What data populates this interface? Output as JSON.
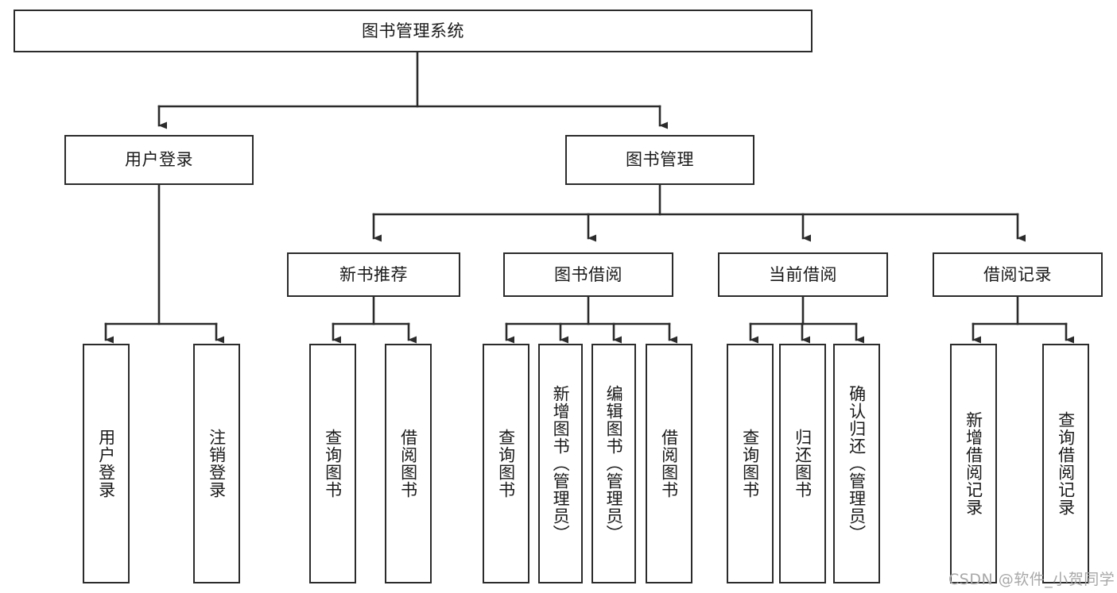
{
  "diagram": {
    "title": "图书管理系统",
    "type": "functional-structure-tree",
    "root": {
      "label": "图书管理系统"
    },
    "level2": [
      {
        "label": "用户登录"
      },
      {
        "label": "图书管理"
      }
    ],
    "level3": [
      {
        "label": "新书推荐"
      },
      {
        "label": "图书借阅"
      },
      {
        "label": "当前借阅"
      },
      {
        "label": "借阅记录"
      }
    ],
    "leaves": {
      "user_login": [
        {
          "label": "用户登录"
        },
        {
          "label": "注销登录"
        }
      ],
      "new_book_recommend": [
        {
          "label": "查询图书"
        },
        {
          "label": "借阅图书"
        }
      ],
      "book_borrow": [
        {
          "label": "查询图书"
        },
        {
          "label": "新增图书（管理员）"
        },
        {
          "label": "编辑图书（管理员）"
        },
        {
          "label": "借阅图书"
        }
      ],
      "current_borrow": [
        {
          "label": "查询图书"
        },
        {
          "label": "归还图书"
        },
        {
          "label": "确认归还（管理员）"
        }
      ],
      "borrow_record": [
        {
          "label": "新增借阅记录"
        },
        {
          "label": "查询借阅记录"
        }
      ]
    }
  },
  "watermark": {
    "text": "CSDN @软件_小贺同学"
  },
  "colors": {
    "stroke": "#2b2b2b",
    "fill": "#ffffff",
    "text": "#1a1a1a",
    "watermark": "#a8a8a8"
  }
}
